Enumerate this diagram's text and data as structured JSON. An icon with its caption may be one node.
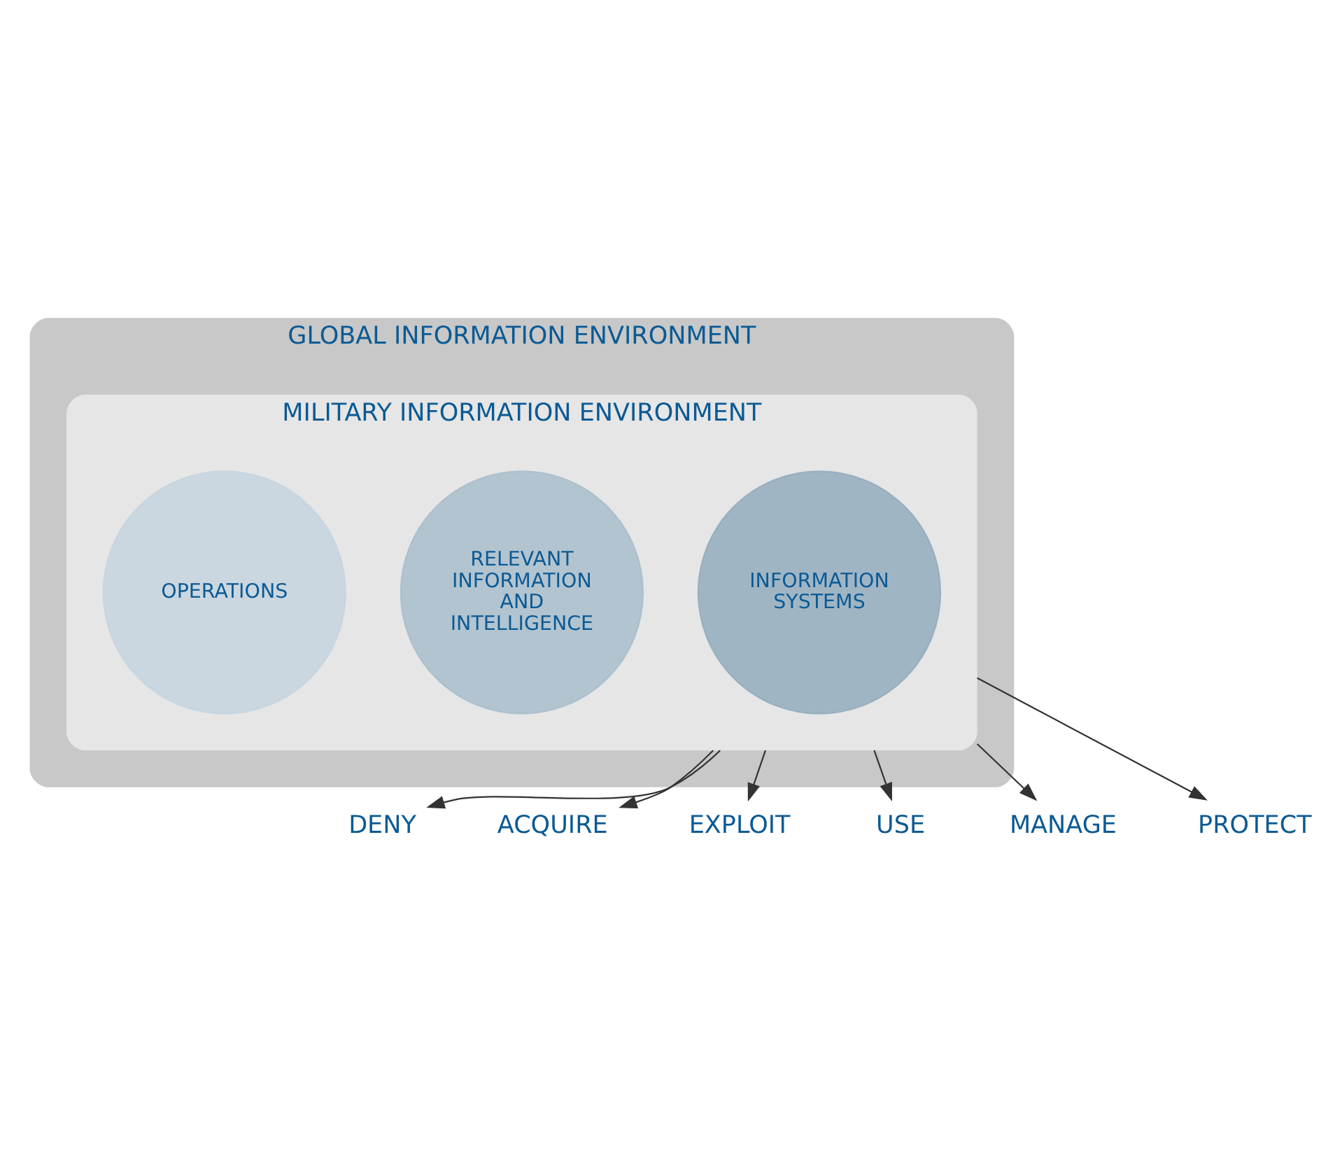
{
  "diagram": {
    "nodes": [
      {
        "text": [
          "GLOBAL INFORMATION ENVIRONMENT"
        ]
      },
      {
        "text": [
          "MILITARY INFORMATION ENVIRONMENT"
        ],
        "in": 0
      },
      {
        "text": [
          "INFORMATION SYSTEMS"
        ],
        "in": 1
      },
      {
        "text": [
          "RELEVANT INFORMATION AND INTELLIGENCE"
        ],
        "in": 1
      },
      {
        "text": [
          "OPERATIONS"
        ],
        "in": 1
      },
      {
        "text": [
          "DENY"
        ]
      },
      {
        "text": [
          "ACQUIRE"
        ]
      },
      {
        "text": [
          "EXPLOIT"
        ]
      },
      {
        "text": [
          "USE"
        ]
      },
      {
        "text": [
          "MANAGE"
        ]
      },
      {
        "text": [
          "PROTECT"
        ]
      }
    ],
    "edges": [
      {
        "from": 1,
        "to": 5,
        "arrow": "to"
      },
      {
        "from": 1,
        "to": 6,
        "arrow": "to"
      },
      {
        "from": 1,
        "to": 7,
        "arrow": "to"
      },
      {
        "from": 1,
        "to": 8,
        "arrow": "to"
      },
      {
        "from": 1,
        "to": 9,
        "arrow": "to"
      },
      {
        "from": 1,
        "to": 10,
        "arrow": "to"
      }
    ]
  }
}
